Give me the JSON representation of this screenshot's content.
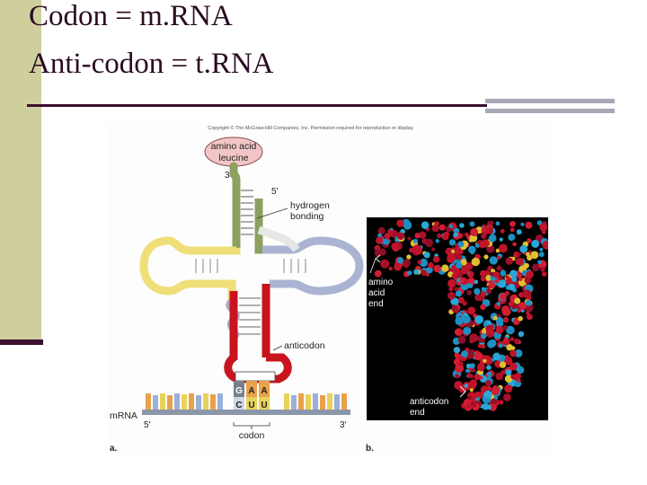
{
  "slide": {
    "title_line1": "Codon = m.RNA",
    "title_line2": "Anti-codon = t.RNA"
  },
  "figure": {
    "copyright": "Copyright © The McGraw-Hill Companies, Inc. Permission required for reproduction or display.",
    "amino_acid_line1": "amino acid",
    "amino_acid_line2": "leucine",
    "three_prime_top": "3′",
    "five_prime_top": "5′",
    "hydrogen_line1": "hydrogen",
    "hydrogen_line2": "bonding",
    "anticodon_label": "anticodon",
    "anticodon_bases": [
      "G",
      "A",
      "A"
    ],
    "codon_bases": [
      "C",
      "U",
      "U"
    ],
    "mrna_label": "mRNA",
    "five_prime_bottom": "5′",
    "three_prime_bottom": "3′",
    "codon_label": "codon",
    "panel_a": "a.",
    "panel_b": "b.",
    "amino_end_line1": "amino",
    "amino_end_line2": "acid",
    "amino_end_line3": "end",
    "anticodon_end_line1": "anticodon",
    "anticodon_end_line2": "end"
  },
  "colors": {
    "acceptor_stem": "#8da060",
    "d_arm": "#f0de78",
    "t_arm": "#aab4d2",
    "anticodon_arm": "#c8141e",
    "variable_loop": "#b4a5c3",
    "amino_acid_fill": "#f2c6c6",
    "mrna_strand": "#8c96aa",
    "photo_background": "#000000"
  }
}
